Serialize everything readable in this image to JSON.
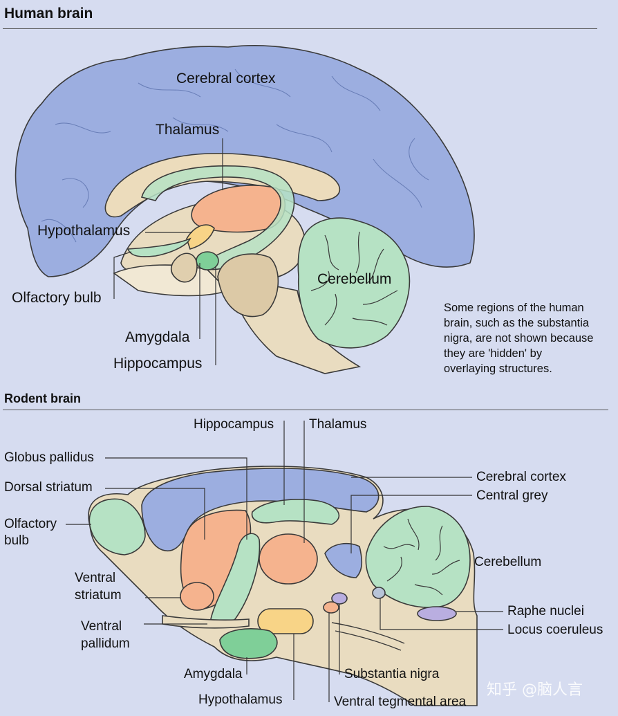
{
  "human": {
    "title": "Human brain",
    "labels": {
      "cerebral_cortex": "Cerebral cortex",
      "thalamus": "Thalamus",
      "hypothalamus": "Hypothalamus",
      "olfactory_bulb": "Olfactory bulb",
      "amygdala": "Amygdala",
      "hippocampus": "Hippocampus",
      "cerebellum": "Cerebellum"
    },
    "note": [
      "Some regions of the human",
      "brain, such as the substantia",
      "nigra, are not shown because",
      "they are 'hidden' by",
      "overlaying structures."
    ]
  },
  "rodent": {
    "title": "Rodent brain",
    "labels": {
      "hippocampus": "Hippocampus",
      "thalamus": "Thalamus",
      "globus_pallidus": "Globus pallidus",
      "dorsal_striatum": "Dorsal striatum",
      "olfactory_bulb_1": "Olfactory",
      "olfactory_bulb_2": "bulb",
      "ventral_striatum_1": "Ventral",
      "ventral_striatum_2": "striatum",
      "ventral_pallidum_1": "Ventral",
      "ventral_pallidum_2": "pallidum",
      "amygdala": "Amygdala",
      "hypothalamus": "Hypothalamus",
      "substantia_nigra": "Substantia nigra",
      "vta": "Ventral tegmental area",
      "cerebral_cortex": "Cerebral cortex",
      "central_grey": "Central grey",
      "cerebellum": "Cerebellum",
      "raphe_nuclei": "Raphe nuclei",
      "locus_coeruleus": "Locus coeruleus"
    }
  },
  "watermark": "知乎 @脑人言",
  "colors": {
    "background": "#d6dcf0",
    "cortex": "#9caee0",
    "tan": "#e9dcc0",
    "tan_dark": "#d9c7a3",
    "thalamus": "#f5b38e",
    "green": "#b6e2c4",
    "green_dark": "#7fcf98",
    "yellow": "#f8d487",
    "purple": "#b9aee0"
  }
}
